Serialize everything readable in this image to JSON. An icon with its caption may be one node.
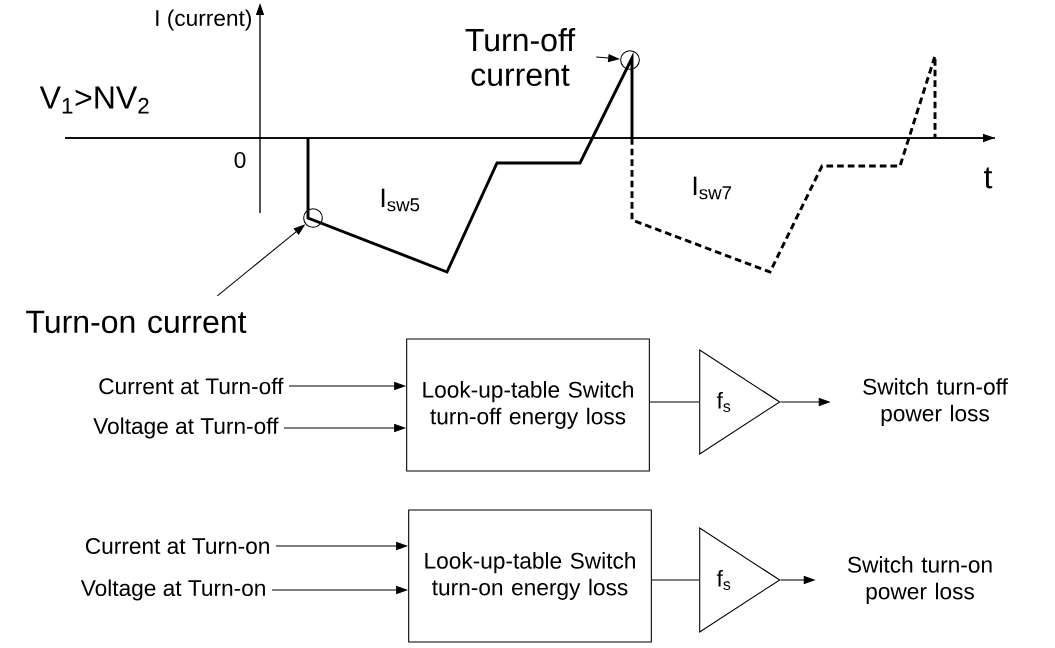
{
  "diagram": {
    "nodes": [
      {
        "text": [
          "Turn-off current"
        ]
      },
      {
        "text": [],
        "shape": "circle"
      },
      {
        "text": [
          "Turn-on current"
        ]
      },
      {
        "text": [],
        "shape": "circle"
      },
      {
        "text": [
          "Current at Turn-off"
        ]
      },
      {
        "text": [
          "Voltage at Turn-off"
        ]
      },
      {
        "text": [
          "Look-up-table Switch turn-off energy loss"
        ]
      },
      {
        "text": [
          "f$_{s}$"
        ]
      },
      {
        "text": [
          "Switch turn-off power loss"
        ]
      },
      {
        "text": [
          "Current at Turn-on"
        ]
      },
      {
        "text": [
          "Voltage at Turn-on"
        ]
      },
      {
        "text": [
          "Look-up-table Switch turn-on energy loss"
        ]
      },
      {
        "text": [
          "f$_{s}$"
        ]
      },
      {
        "text": [
          "Switch turn-on power loss"
        ]
      }
    ],
    "edges": [
      {
        "from": 0,
        "to": 1,
        "arrow": "to"
      },
      {
        "from": 2,
        "to": 3,
        "arrow": "to"
      },
      {
        "from": 4,
        "to": 6,
        "arrow": "to"
      },
      {
        "from": 5,
        "to": 6,
        "arrow": "to"
      },
      {
        "from": 6,
        "to": 7,
        "arrow": "none"
      },
      {
        "from": 7,
        "to": 8,
        "arrow": "to"
      },
      {
        "from": 9,
        "to": 11,
        "arrow": "to"
      },
      {
        "from": 10,
        "to": 11,
        "arrow": "to"
      },
      {
        "from": 11,
        "to": 12,
        "arrow": "none"
      },
      {
        "from": 12,
        "to": 13,
        "arrow": "to"
      }
    ],
    "labels": [
      "I (current)",
      "V$_{1}$>NV$_{2}$",
      "0",
      "I$_{sw5}$",
      "t",
      "I$_{sw7}$"
    ]
  }
}
